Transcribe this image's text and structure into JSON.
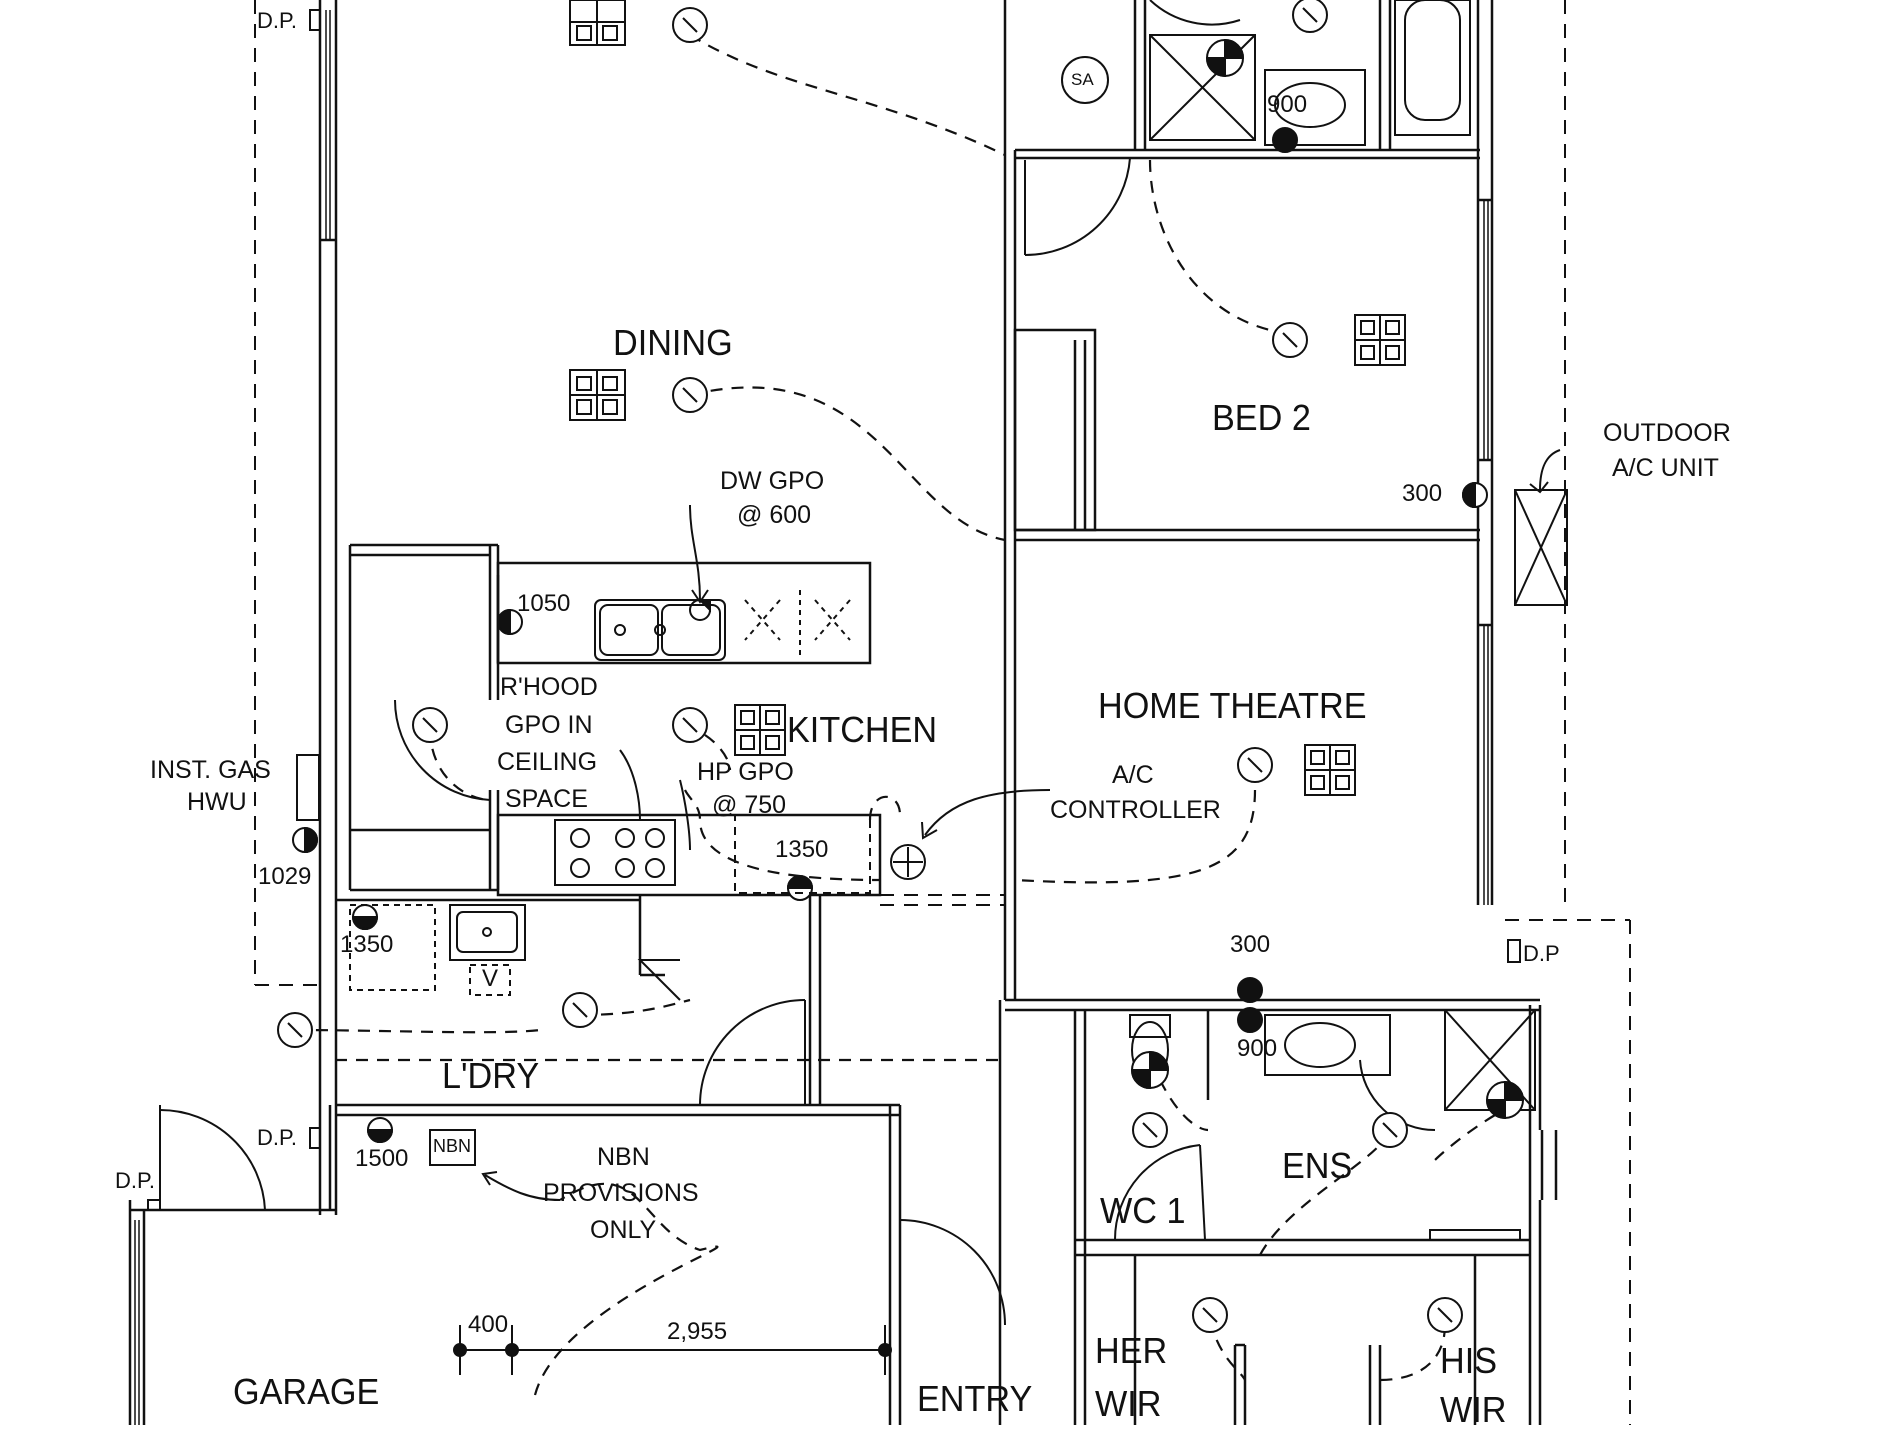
{
  "rooms": {
    "dining": "DINING",
    "bed2": "BED 2",
    "kitchen": "KITCHEN",
    "home_theatre": "HOME THEATRE",
    "laundry": "L'DRY",
    "garage": "GARAGE",
    "entry": "ENTRY",
    "ens": "ENS",
    "wc1": "WC 1",
    "her_wir_1": "HER",
    "her_wir_2": "WIR",
    "his_wir_1": "HIS",
    "his_wir_2": "WIR"
  },
  "notes": {
    "outdoor_ac_1": "OUTDOOR",
    "outdoor_ac_2": "A/C UNIT",
    "dw_gpo_1": "DW GPO",
    "dw_gpo_2": "@ 600",
    "rhood_1": "R'HOOD",
    "rhood_2": "GPO IN",
    "rhood_3": "CEILING",
    "rhood_4": "SPACE",
    "hp_gpo_1": "HP GPO",
    "hp_gpo_2": "@ 750",
    "ac_ctrl_1": "A/C",
    "ac_ctrl_2": "CONTROLLER",
    "gas_1": "INST. GAS",
    "gas_2": "HWU",
    "nbn_1": "NBN",
    "nbn_2": "PROVISIONS",
    "nbn_3": "ONLY",
    "nbn_box": "NBN",
    "smoke_alarm": "SA"
  },
  "dimensions": {
    "d300_bed2": "300",
    "d1050": "1050",
    "d1350_kitchen": "1350",
    "d1029": "1029",
    "d1350_laundry": "1350",
    "d300_theatre": "300",
    "d900_top": "900",
    "d900_ens": "900",
    "d1500": "1500",
    "d400": "400",
    "d2955": "2,955",
    "v_mark": "V"
  },
  "downpipes": {
    "dp_top": "D.P.",
    "dp_right": "D.P",
    "dp_laundry": "D.P.",
    "dp_garage": "D.P."
  }
}
